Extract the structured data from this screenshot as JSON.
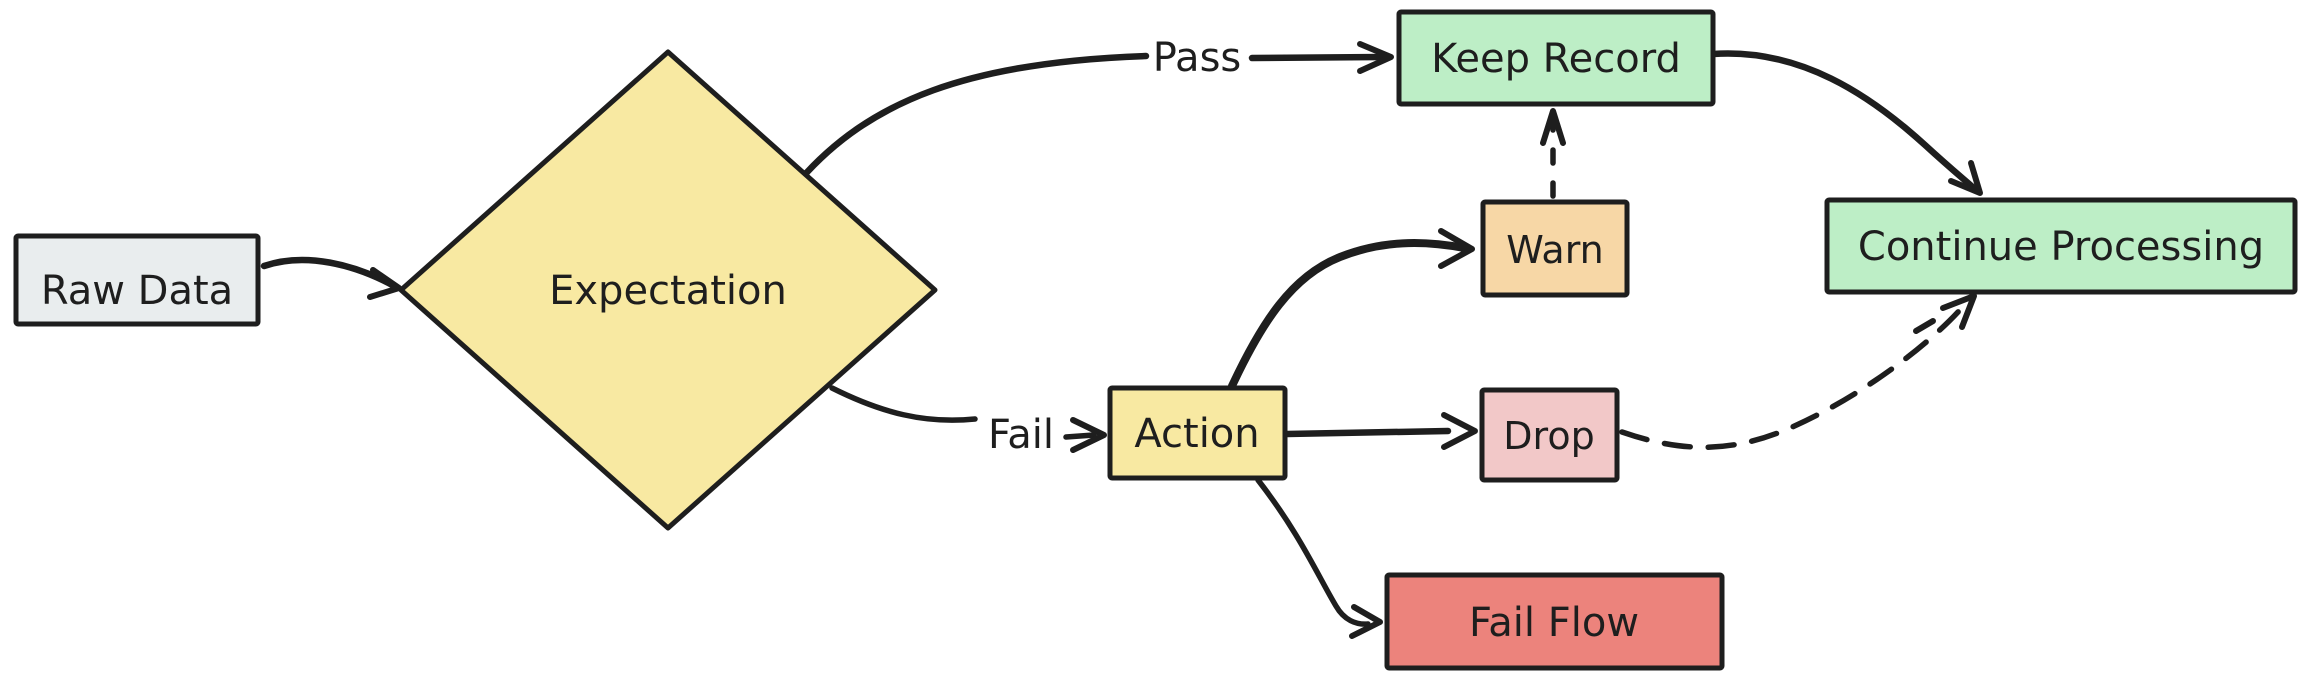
{
  "diagram": {
    "type": "flowchart",
    "background": "#ffffff",
    "stroke_color": "#1e1e1e",
    "nodes": {
      "raw_data": {
        "label": "Raw Data",
        "shape": "rect",
        "fill": "#e9edee"
      },
      "expectation": {
        "label": "Expectation",
        "shape": "diamond",
        "fill": "#f8e9a2"
      },
      "keep_record": {
        "label": "Keep Record",
        "shape": "rect",
        "fill": "#bdeec6"
      },
      "warn": {
        "label": "Warn",
        "shape": "rect",
        "fill": "#f7d7a6"
      },
      "action": {
        "label": "Action",
        "shape": "rect",
        "fill": "#f8e9a2"
      },
      "drop": {
        "label": "Drop",
        "shape": "rect",
        "fill": "#f2c8c8"
      },
      "fail_flow": {
        "label": "Fail Flow",
        "shape": "rect",
        "fill": "#ec837c"
      },
      "continue_processing": {
        "label": "Continue Processing",
        "shape": "rect",
        "fill": "#bdeec6"
      }
    },
    "edges": [
      {
        "from": "raw_data",
        "to": "expectation",
        "label": "",
        "style": "solid"
      },
      {
        "from": "expectation",
        "to": "keep_record",
        "label": "Pass",
        "style": "solid"
      },
      {
        "from": "expectation",
        "to": "action",
        "label": "Fail",
        "style": "solid"
      },
      {
        "from": "keep_record",
        "to": "continue_processing",
        "label": "",
        "style": "solid"
      },
      {
        "from": "warn",
        "to": "keep_record",
        "label": "",
        "style": "dashed"
      },
      {
        "from": "action",
        "to": "warn",
        "label": "",
        "style": "solid"
      },
      {
        "from": "action",
        "to": "drop",
        "label": "",
        "style": "solid"
      },
      {
        "from": "action",
        "to": "fail_flow",
        "label": "",
        "style": "solid"
      },
      {
        "from": "drop",
        "to": "continue_processing",
        "label": "",
        "style": "dashed"
      }
    ]
  }
}
